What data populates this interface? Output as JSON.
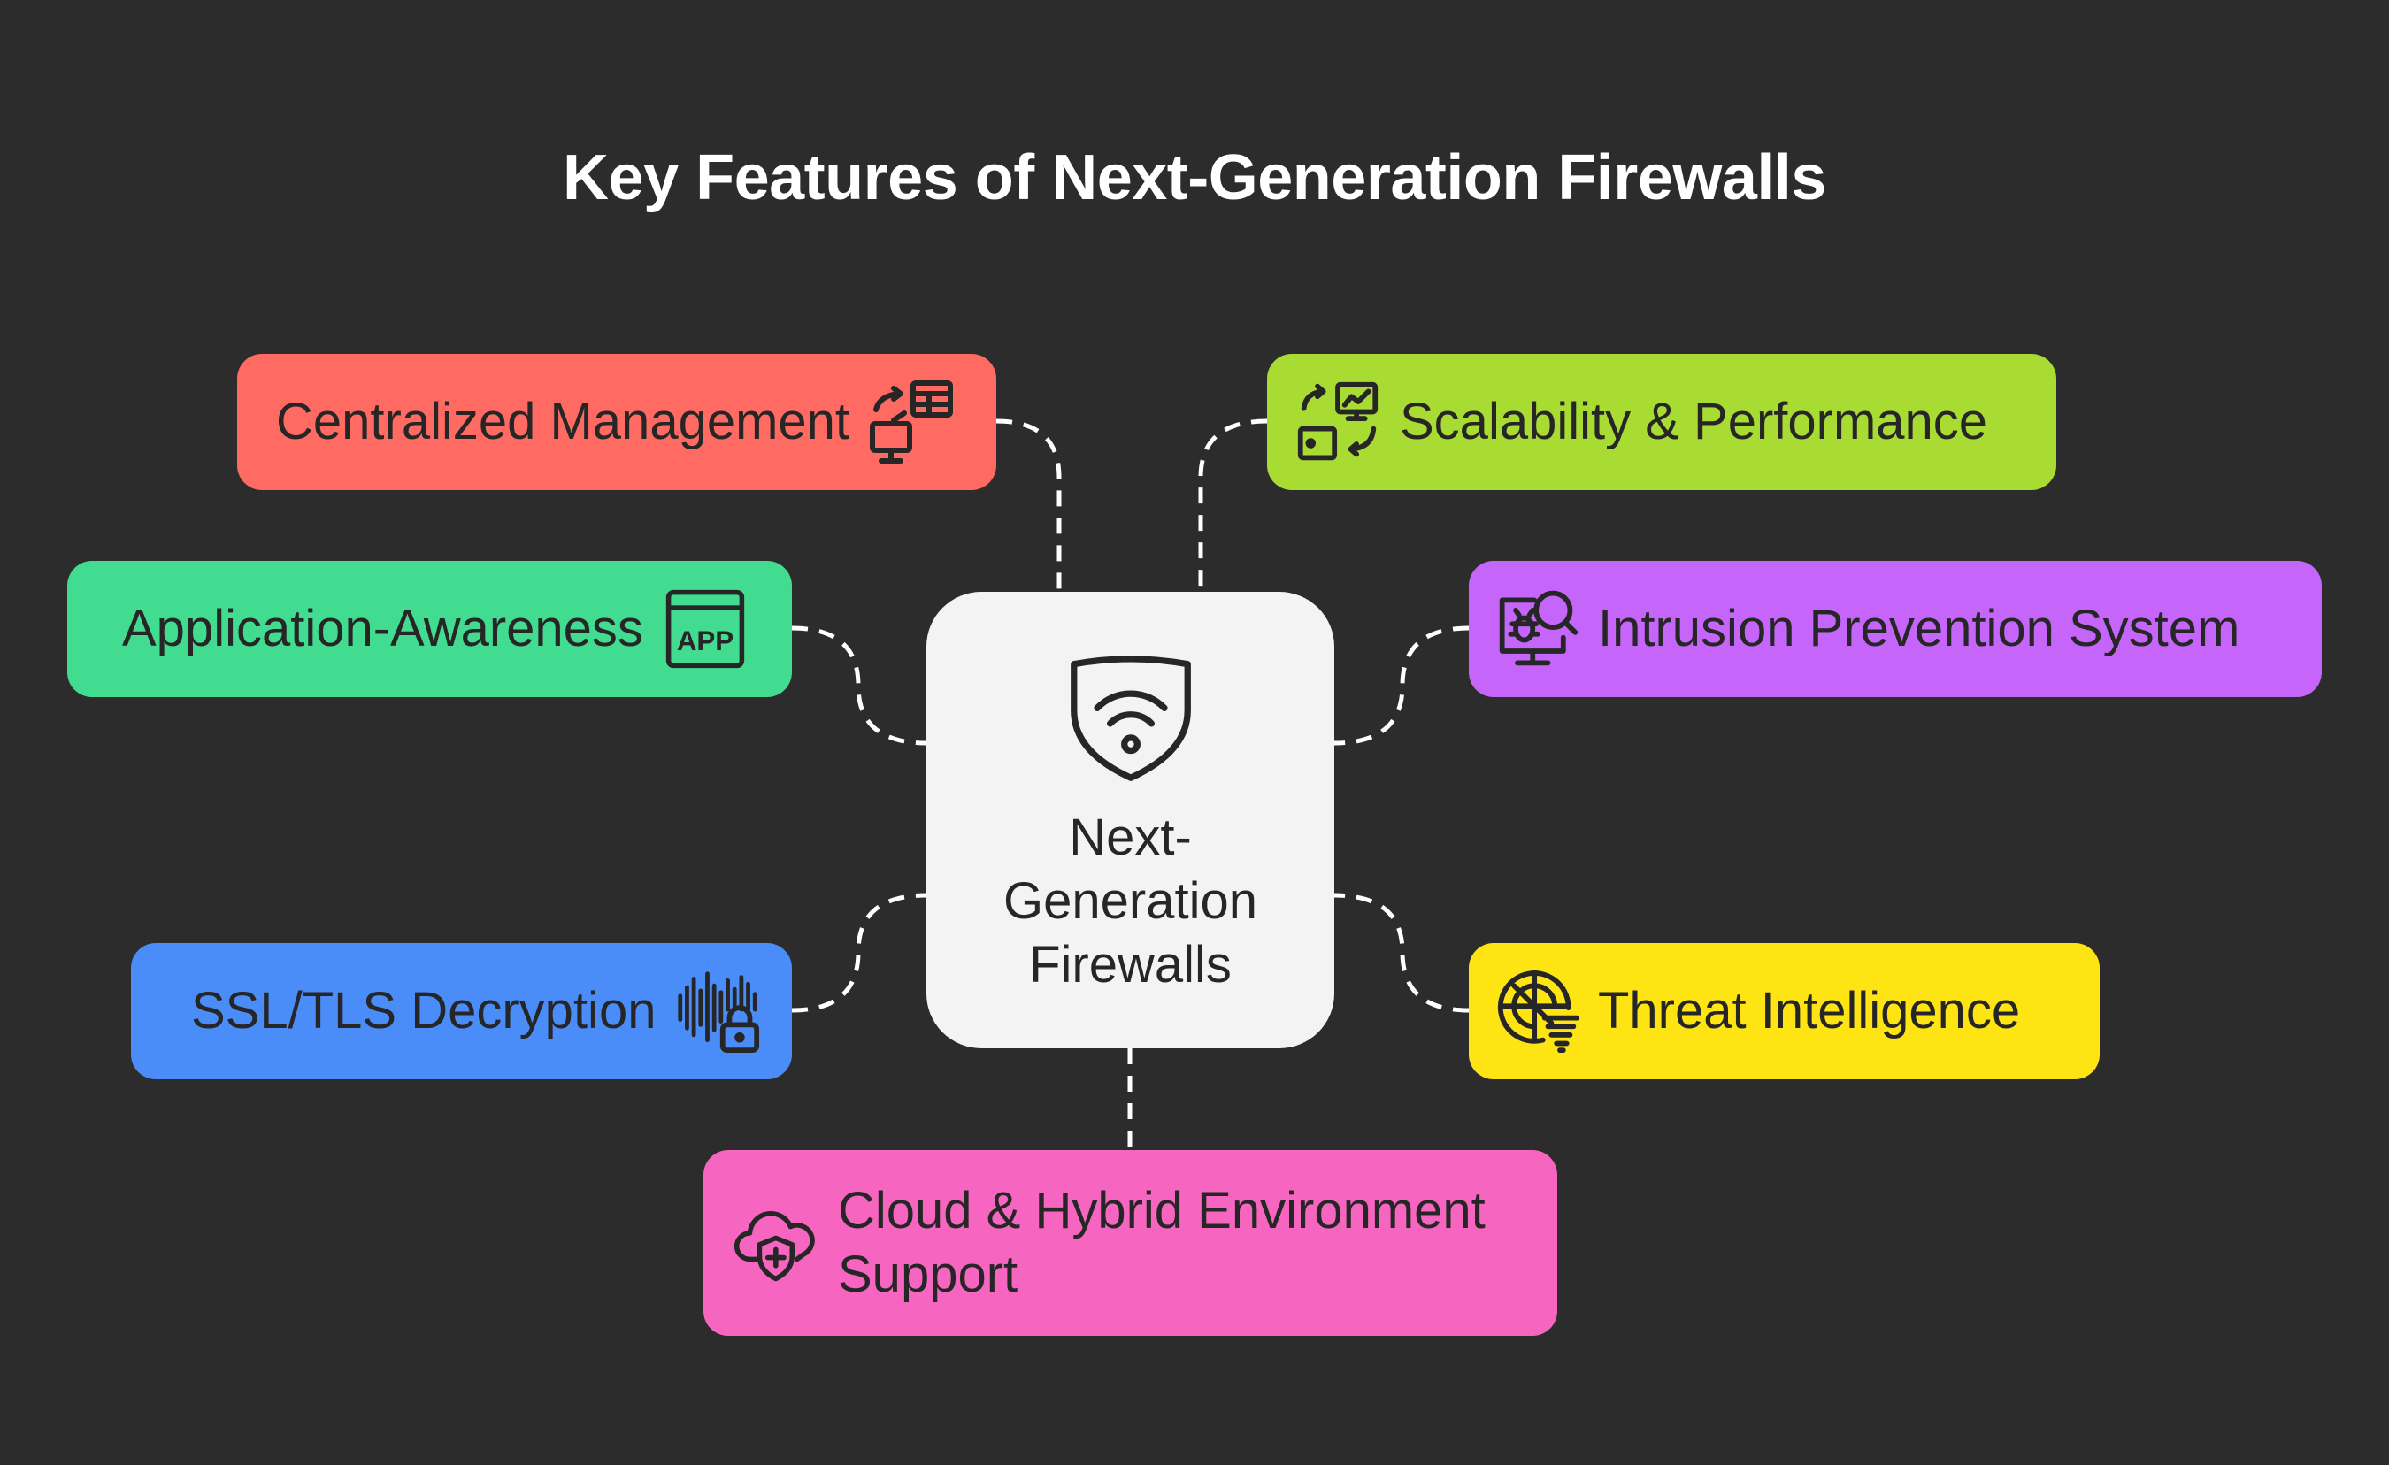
{
  "title": "Key Features of Next-Generation Firewalls",
  "hub": {
    "label": "Next-Generation Firewalls",
    "icon": "shield-wifi-icon",
    "color": "#f3f3f3"
  },
  "features": [
    {
      "id": "centralized",
      "label": "Centralized Management",
      "color": "#ff6b63",
      "icon": "network-management-icon"
    },
    {
      "id": "scalability",
      "label": "Scalability & Performance",
      "color": "#a8dc32",
      "icon": "scaling-monitor-icon"
    },
    {
      "id": "application",
      "label": "Application-Awareness",
      "color": "#42dc91",
      "icon": "app-icon"
    },
    {
      "id": "intrusion",
      "label": "Intrusion Prevention System",
      "color": "#c565fa",
      "icon": "bug-search-monitor-icon"
    },
    {
      "id": "ssl",
      "label": "SSL/TLS Decryption",
      "color": "#4b8df8",
      "icon": "waveform-lock-icon"
    },
    {
      "id": "threat",
      "label": "Threat Intelligence",
      "color": "#ffe414",
      "icon": "radar-tornado-icon"
    },
    {
      "id": "cloud",
      "label": "Cloud & Hybrid Environment Support",
      "color": "#f666c0",
      "icon": "cloud-shield-icon"
    }
  ],
  "colors": {
    "background": "#2c2c2c",
    "connector": "#ffffff",
    "text": "#262626",
    "title": "#ffffff"
  }
}
